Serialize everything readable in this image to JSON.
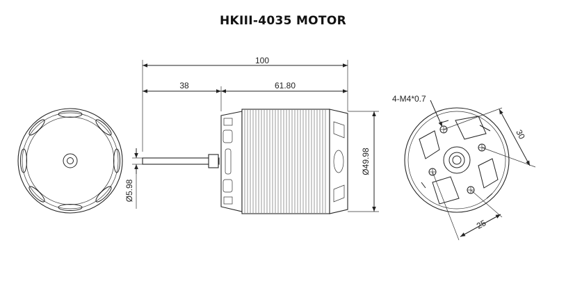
{
  "title": "HKIII-4035 MOTOR",
  "dimensions": {
    "overall_length": "100",
    "shaft_length": "38",
    "body_length": "61.80",
    "body_diameter": "Ø49.98",
    "shaft_diameter": "Ø5.98",
    "mount_holes": "4-M4*0.7",
    "hole_spacing_a": "30",
    "hole_spacing_b": "25"
  }
}
